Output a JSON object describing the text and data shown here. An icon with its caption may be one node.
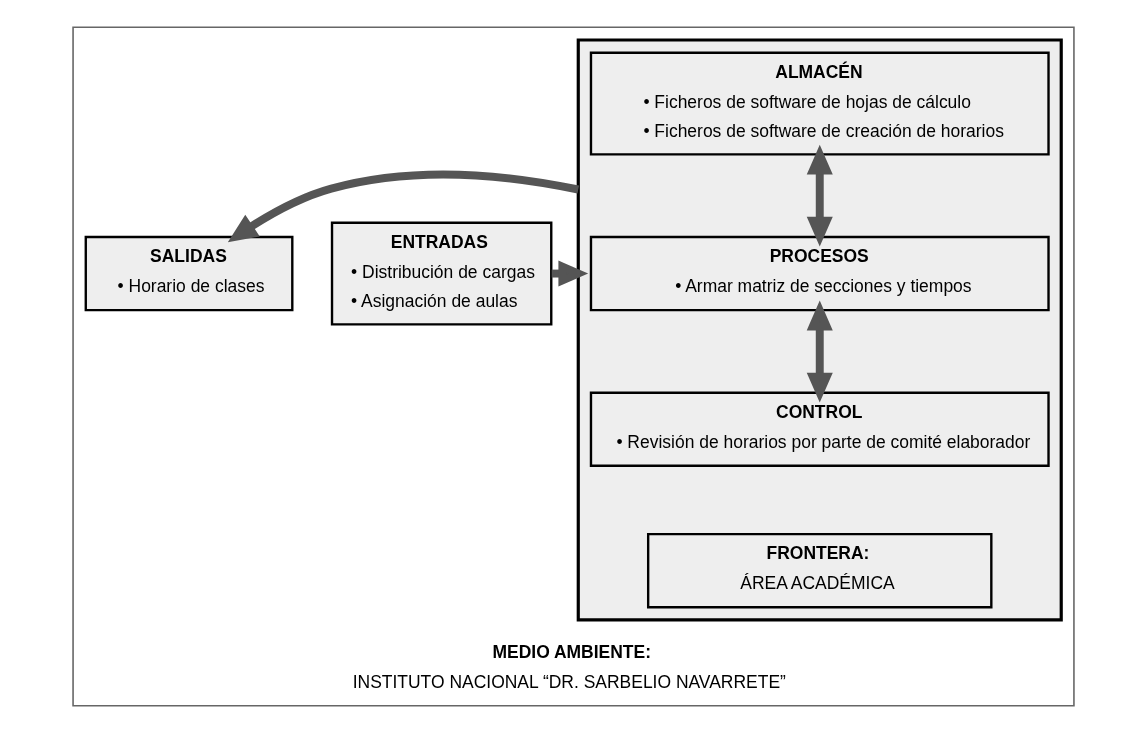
{
  "diagram": {
    "nodes": [
      {
        "text": [
          "MEDIO AMBIENTE:",
          "INSTITUTO NACIONAL “DR. SARBELIO NAVARRETE”"
        ]
      },
      {
        "text": [
          "ENTRADAS",
          "• Distribución de cargas",
          "• Asignación de aulas"
        ],
        "in": 0
      },
      {
        "text": [],
        "shape": "box",
        "in": 0
      },
      {
        "text": [
          "ALMACÉN",
          "• Ficheros de software de hojas de cálculo",
          "• Ficheros de software de creación de horarios"
        ],
        "in": 2
      },
      {
        "text": [
          "PROCESOS",
          "• Armar matriz de secciones y tiempos"
        ],
        "in": 2
      },
      {
        "text": [
          "CONTROL",
          "• Revisión de horarios por parte de comité elaborador"
        ],
        "in": 2
      },
      {
        "text": [
          "FRONTERA:",
          "ÁREA ACADÉMICA"
        ],
        "in": 2
      },
      {
        "text": [
          "SALIDAS",
          "• Horario de clases"
        ],
        "in": 0
      }
    ],
    "edges": [
      {
        "from": 1,
        "to": 2,
        "arrow": "to"
      },
      {
        "from": 3,
        "to": 4,
        "arrow": "both"
      },
      {
        "from": 4,
        "to": 5,
        "arrow": "both"
      },
      {
        "from": 2,
        "to": 7,
        "arrow": "to"
      }
    ]
  }
}
